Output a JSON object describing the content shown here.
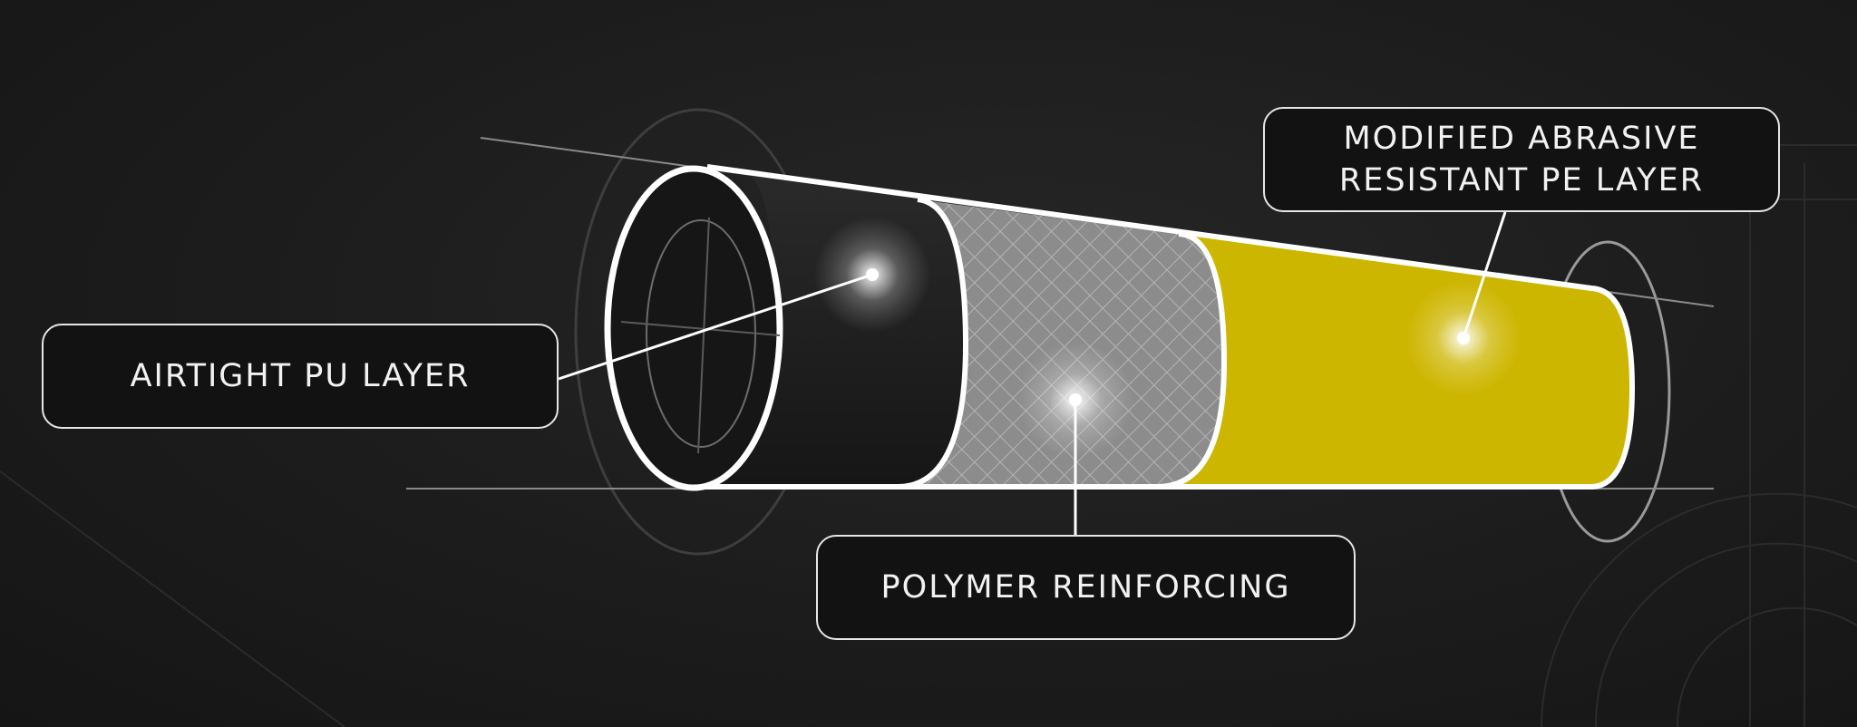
{
  "layers": [
    {
      "id": "pu",
      "label": "AIRTIGHT PU LAYER",
      "color": "#1e1e1e"
    },
    {
      "id": "polymer",
      "label": "POLYMER REINFORCING",
      "color": "#8a8a8a"
    },
    {
      "id": "pe",
      "label_lines": [
        "MODIFIED ABRASIVE",
        "RESISTANT PE LAYER"
      ],
      "color": "#cdb600"
    }
  ],
  "colors": {
    "background": "#1b1b1b",
    "outline": "#ffffff",
    "accent_yellow": "#cdb600"
  }
}
